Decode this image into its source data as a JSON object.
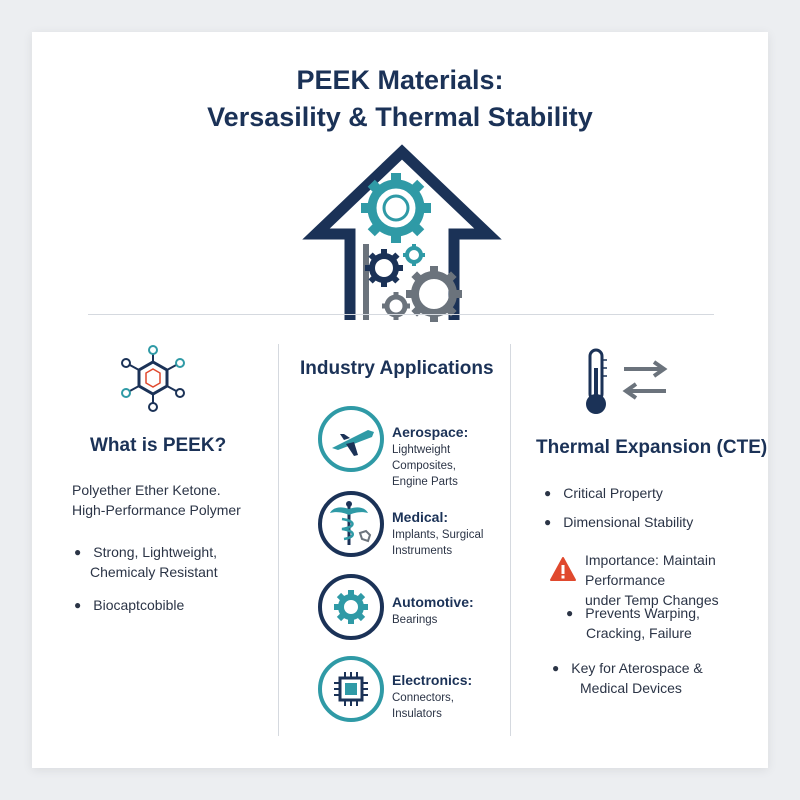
{
  "header": {
    "title_line1": "PEEK Materials:",
    "title_line2": "Versasility & Thermal Stability"
  },
  "icons": {
    "hero": "house-arrow-gears-icon",
    "molecule": "molecule-icon",
    "thermometer": "thermometer-icon",
    "exchange": "exchange-arrows-icon",
    "warning": "warning-icon",
    "airplane": "airplane-icon",
    "caduceus": "caduceus-icon",
    "gear": "gear-icon",
    "chip": "chip-icon"
  },
  "colors": {
    "navy": "#1b3257",
    "teal": "#2f9aa6",
    "gray": "#6b737c",
    "warning": "#e0492e"
  },
  "left": {
    "heading": "What is PEEK?",
    "desc_line1": "Polyether Ether Ketone.",
    "desc_line2": "High-Performance Polymer",
    "bullet1_line1": "Strong, Lightweight,",
    "bullet1_line2": "Chemicaly Resistant",
    "bullet2": "Biocaptcobible"
  },
  "center": {
    "heading": "Industry Applications",
    "apps": [
      {
        "title": "Aerospace:",
        "desc1": "Lightweight Composites,",
        "desc2": "Engine Parts"
      },
      {
        "title": "Medical:",
        "desc1": "Implants, Surgical",
        "desc2": "Instruments"
      },
      {
        "title": "Automotive:",
        "desc1": "Bearings",
        "desc2": ""
      },
      {
        "title": "Electronics:",
        "desc1": "Connectors,",
        "desc2": "Insulators"
      }
    ]
  },
  "right": {
    "heading": "Thermal Expansion (CTE)",
    "bullet1": "Critical Property",
    "bullet2": "Dimensional Stability",
    "warning_line1": "Importance: Maintain Performance",
    "warning_line2": "under Temp Changes",
    "bullet3_line1": "Prevents Warping,",
    "bullet3_line2": "Cracking, Failure",
    "bullet4_line1": "Key for Aterospace &",
    "bullet4_line2": "Medical Devices"
  }
}
